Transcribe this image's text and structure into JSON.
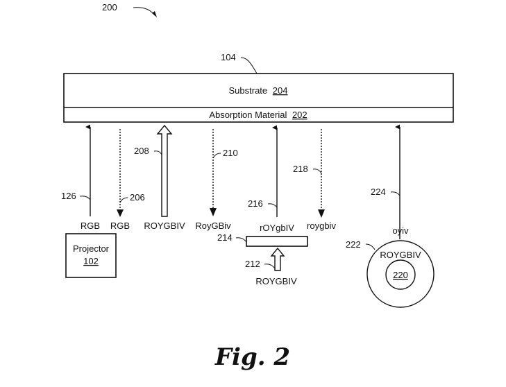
{
  "figure": {
    "ref_number": "200",
    "caption": "Fig. 2"
  },
  "screen": {
    "ref_number": "104",
    "substrate": {
      "label": "Substrate",
      "ref": "204"
    },
    "absorption": {
      "label": "Absorption Material",
      "ref": "202"
    }
  },
  "projector": {
    "label": "Projector",
    "ref": "102"
  },
  "beams": [
    {
      "ref": "126",
      "label": "RGB",
      "direction": "up",
      "style": "solid"
    },
    {
      "ref": "206",
      "label": "RGB",
      "direction": "down",
      "style": "dotted"
    },
    {
      "ref": "208",
      "label": "ROYGBIV",
      "direction": "up",
      "style": "hollow"
    },
    {
      "ref": "210",
      "label": "RoyGBiv",
      "direction": "down",
      "style": "dotted"
    },
    {
      "ref": "216",
      "label": "rOYgbIV",
      "direction": "up",
      "style": "solid"
    },
    {
      "ref": "218",
      "label": "roygbiv",
      "direction": "down",
      "style": "dotted"
    },
    {
      "ref": "224",
      "label": "oyiv",
      "direction": "up",
      "style": "solid"
    }
  ],
  "filter": {
    "ref": "214",
    "input_ref": "212",
    "input_label": "ROYGBIV"
  },
  "source": {
    "outer_ref": "222",
    "outer_label": "ROYGBIV",
    "inner_ref": "220"
  }
}
